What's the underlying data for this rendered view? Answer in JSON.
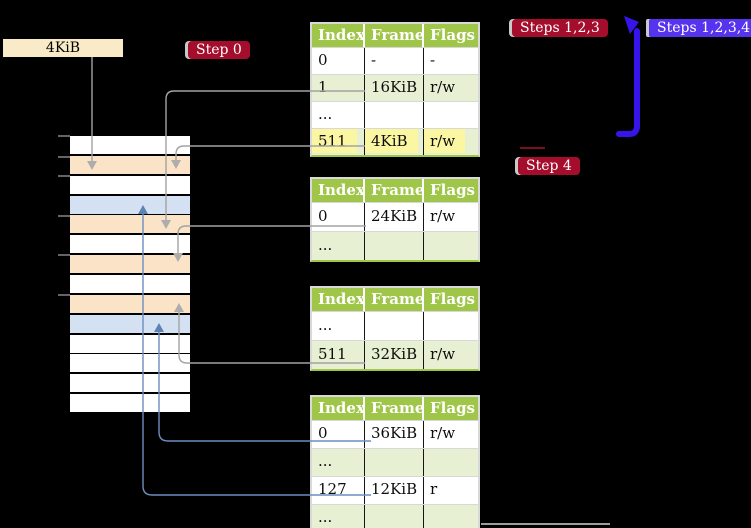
{
  "labels": {
    "frame_box": "4KiB",
    "step0": "Step 0",
    "steps123": "Steps 1,2,3",
    "steps1234": "Steps 1,2,3,4",
    "step4": "Step 4"
  },
  "colors": {
    "badge_red": "#A50D2D",
    "badge_blue": "#5633EE",
    "recursive_arrow_blue": "#3715EA",
    "table_header_green": "#A0C649",
    "table_row_green": "#E7F0D3",
    "highlight_yellow": "#FBF6A2",
    "frame_peach": "#FBE3C8",
    "frame_blue": "#D3E1F3",
    "frame_white": "#FFFFFF",
    "frame_box_bg": "#FAEBC8",
    "connector_gray": "#A3A3A3",
    "connector_blue": "#6C8EBF"
  },
  "tables": [
    {
      "name": "page-table-1",
      "headers": [
        "Index",
        "Frame",
        "Flags"
      ],
      "rows": [
        {
          "cells": [
            "0",
            "-",
            "-"
          ]
        },
        {
          "cells": [
            "1",
            "16KiB",
            "r/w"
          ]
        },
        {
          "cells": [
            "...",
            "",
            ""
          ]
        },
        {
          "cells": [
            "511",
            "4KiB",
            "r/w"
          ],
          "hl": true
        }
      ]
    },
    {
      "name": "page-table-2",
      "headers": [
        "Index",
        "Frame",
        "Flags"
      ],
      "rows": [
        {
          "cells": [
            "0",
            "24KiB",
            "r/w"
          ]
        },
        {
          "cells": [
            "...",
            "",
            ""
          ]
        }
      ]
    },
    {
      "name": "page-table-3",
      "headers": [
        "Index",
        "Frame",
        "Flags"
      ],
      "rows": [
        {
          "cells": [
            "...",
            "",
            ""
          ]
        },
        {
          "cells": [
            "511",
            "32KiB",
            "r/w"
          ]
        }
      ]
    },
    {
      "name": "page-table-4",
      "headers": [
        "Index",
        "Frame",
        "Flags"
      ],
      "rows": [
        {
          "cells": [
            "0",
            "36KiB",
            "r/w"
          ]
        },
        {
          "cells": [
            "...",
            "",
            ""
          ]
        },
        {
          "cells": [
            "127",
            "12KiB",
            "r"
          ]
        },
        {
          "cells": [
            "...",
            "",
            ""
          ]
        }
      ]
    }
  ],
  "memory": {
    "rows": [
      "white",
      "peach",
      "white",
      "blue",
      "peach",
      "white",
      "peach",
      "white",
      "peach",
      "blue",
      "white",
      "white",
      "white",
      "white"
    ]
  }
}
